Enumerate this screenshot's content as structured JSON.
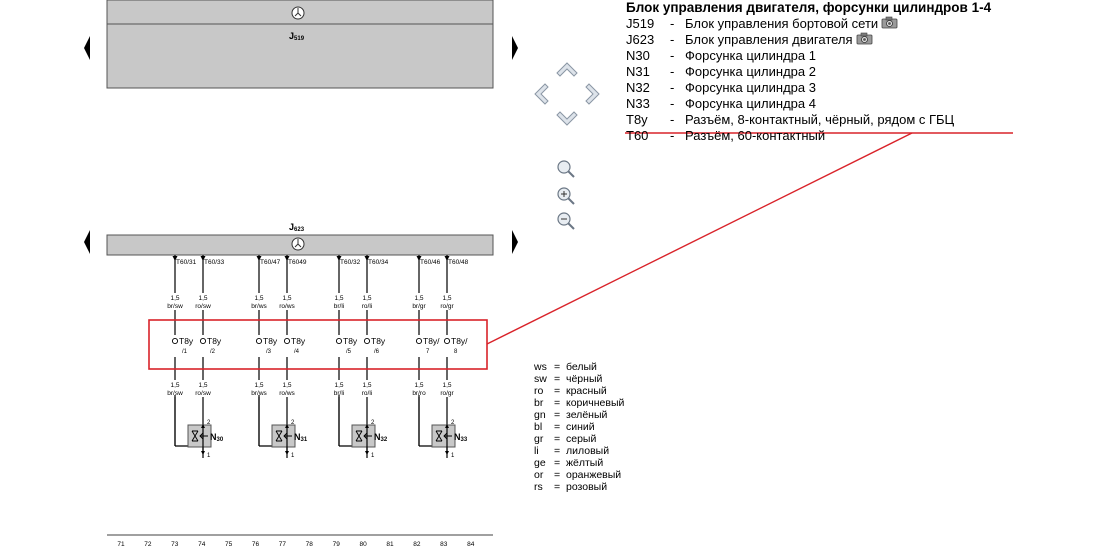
{
  "legend": {
    "title": "Блок управления двигателя, форсунки цилиндров 1-4",
    "items": [
      {
        "code": "J519",
        "dash": "-",
        "text": "Блок управления бортовой сети",
        "camera": true
      },
      {
        "code": "J623",
        "dash": "-",
        "text": "Блок управления двигателя",
        "camera": true
      },
      {
        "code": "N30",
        "dash": "-",
        "text": "Форсунка цилиндра 1",
        "camera": false
      },
      {
        "code": "N31",
        "dash": "-",
        "text": "Форсунка цилиндра 2",
        "camera": false
      },
      {
        "code": "N32",
        "dash": "-",
        "text": "Форсунка цилиндра 3",
        "camera": false
      },
      {
        "code": "N33",
        "dash": "-",
        "text": "Форсунка цилиндра 4",
        "camera": false
      },
      {
        "code": "T8y",
        "dash": "-",
        "text": "Разъём, 8-контактный, чёрный, рядом с ГБЦ",
        "camera": false
      },
      {
        "code": "T60",
        "dash": "-",
        "text": "Разъём, 60-контактный",
        "camera": false
      }
    ]
  },
  "colors": [
    {
      "code": "ws",
      "eq": "=",
      "name": "белый"
    },
    {
      "code": "sw",
      "eq": "=",
      "name": "чёрный"
    },
    {
      "code": "ro",
      "eq": "=",
      "name": "красный"
    },
    {
      "code": "br",
      "eq": "=",
      "name": "коричневый"
    },
    {
      "code": "gn",
      "eq": "=",
      "name": "зелёный"
    },
    {
      "code": "bl",
      "eq": "=",
      "name": "синий"
    },
    {
      "code": "gr",
      "eq": "=",
      "name": "серый"
    },
    {
      "code": "li",
      "eq": "=",
      "name": "лиловый"
    },
    {
      "code": "ge",
      "eq": "=",
      "name": "жёлтый"
    },
    {
      "code": "or",
      "eq": "=",
      "name": "оранжевый"
    },
    {
      "code": "rs",
      "eq": "=",
      "name": "розовый"
    }
  ],
  "diagram": {
    "j519_label": {
      "main": "J",
      "sub": "519"
    },
    "j623_label": {
      "main": "J",
      "sub": "623"
    },
    "ecu_color": "#c8c8c8",
    "highlight_color": "#d9232a",
    "wires": [
      {
        "pin": "T60/31",
        "size": "1,5",
        "color_top": "br/sw",
        "color_bot": "br/sw",
        "conn_main": "T8y",
        "conn_sub": "/1"
      },
      {
        "pin": "T60/33",
        "size": "1,5",
        "color_top": "ro/sw",
        "color_bot": "ro/sw",
        "conn_main": "T8y",
        "conn_sub": "/2"
      },
      {
        "pin": "T60/47",
        "size": "1,5",
        "color_top": "br/ws",
        "color_bot": "br/ws",
        "conn_main": "T8y",
        "conn_sub": "/3"
      },
      {
        "pin": "T6049",
        "size": "1,5",
        "color_top": "ro/ws",
        "color_bot": "ro/ws",
        "conn_main": "T8y",
        "conn_sub": "/4"
      },
      {
        "pin": "T60/32",
        "size": "1,5",
        "color_top": "br/li",
        "color_bot": "br/li",
        "conn_main": "T8y",
        "conn_sub": "/5"
      },
      {
        "pin": "T60/34",
        "size": "1,5",
        "color_top": "ro/li",
        "color_bot": "ro/li",
        "conn_main": "T8y",
        "conn_sub": "/6"
      },
      {
        "pin": "T60/46",
        "size": "1,5",
        "color_top": "br/gr",
        "color_bot": "br/ro",
        "conn_main": "T8y/",
        "conn_sub": "7"
      },
      {
        "pin": "T60/48",
        "size": "1,5",
        "color_top": "ro/gr",
        "color_bot": "ro/gr",
        "conn_main": "T8y/",
        "conn_sub": "8"
      }
    ],
    "injectors": [
      {
        "main": "N",
        "sub": "30"
      },
      {
        "main": "N",
        "sub": "31"
      },
      {
        "main": "N",
        "sub": "32"
      },
      {
        "main": "N",
        "sub": "33"
      }
    ],
    "pin_top": "2",
    "pin_bottom": "1",
    "ruler": [
      "71",
      "72",
      "73",
      "74",
      "75",
      "76",
      "77",
      "78",
      "79",
      "80",
      "81",
      "82",
      "83",
      "84"
    ]
  }
}
